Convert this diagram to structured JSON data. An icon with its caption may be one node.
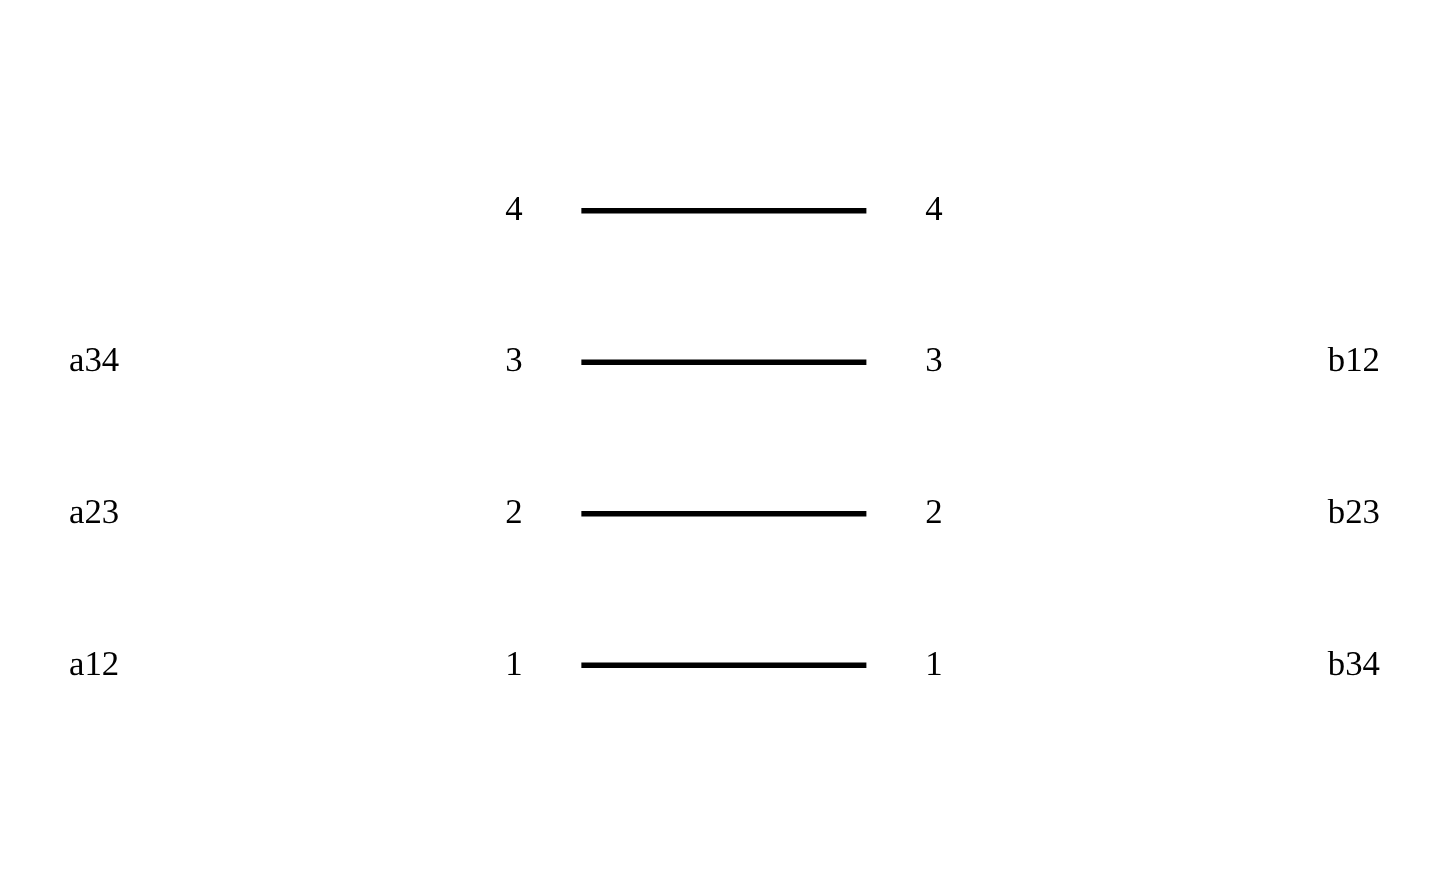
{
  "diagram": {
    "nodes": [
      {
        "text": [
          "1"
        ]
      },
      {
        "text": [
          "2"
        ]
      },
      {
        "text": [
          "3"
        ]
      },
      {
        "text": [
          "4"
        ]
      },
      {
        "text": [
          "4"
        ]
      },
      {
        "text": [
          "3"
        ]
      },
      {
        "text": [
          "2"
        ]
      },
      {
        "text": [
          "1"
        ]
      }
    ],
    "edges": [
      {
        "from": 0,
        "to": 7,
        "arrow": "none"
      },
      {
        "from": 1,
        "to": 6,
        "arrow": "none"
      },
      {
        "from": 2,
        "to": 5,
        "arrow": "none"
      },
      {
        "from": 3,
        "to": 4,
        "arrow": "none"
      }
    ],
    "labels": [
      "a12",
      "a23",
      "a34",
      "b34",
      "b23",
      "b12"
    ]
  }
}
